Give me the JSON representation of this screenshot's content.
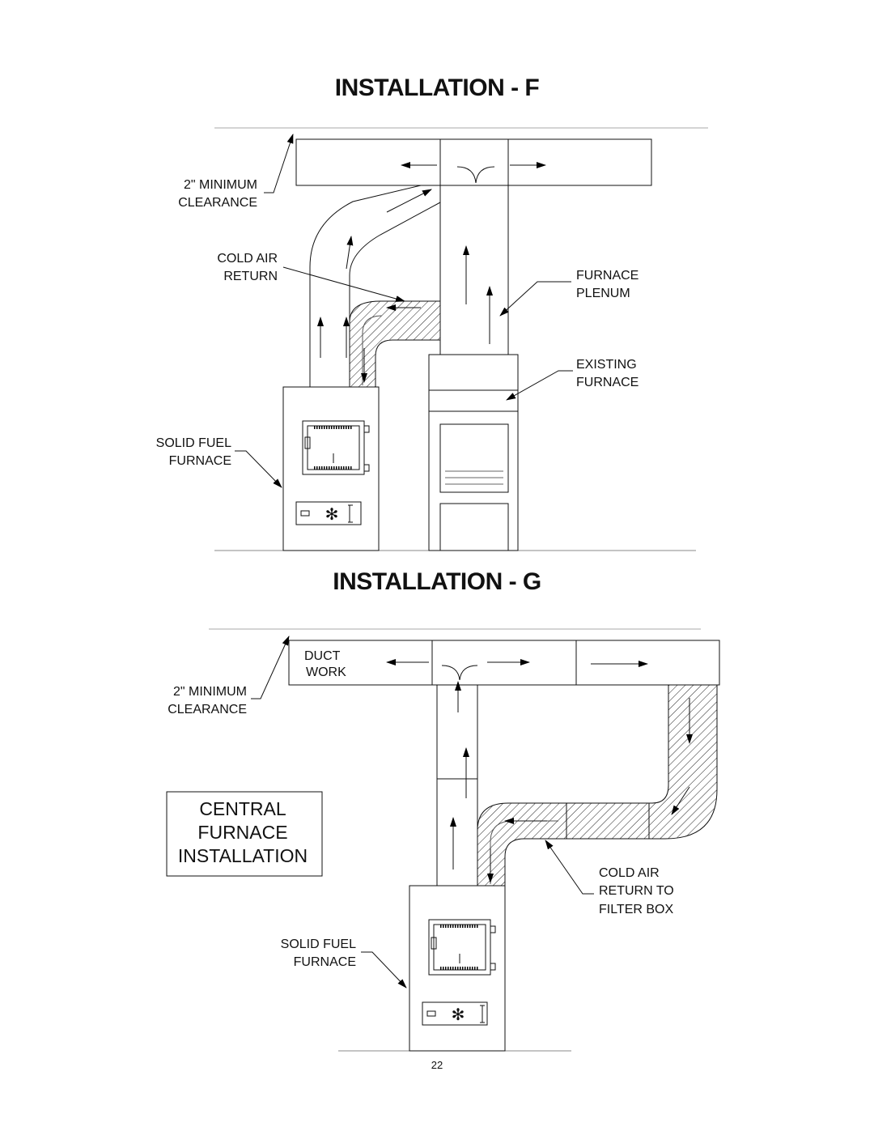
{
  "installation_f": {
    "title": "INSTALLATION - F",
    "label_clearance_1": "2\" MINIMUM",
    "label_clearance_2": "CLEARANCE",
    "label_cold_air_1": "COLD AIR",
    "label_cold_air_2": "RETURN",
    "label_plenum_1": "FURNACE",
    "label_plenum_2": "PLENUM",
    "label_existing_1": "EXISTING",
    "label_existing_2": "FURNACE",
    "label_solid_1": "SOLID FUEL",
    "label_solid_2": "FURNACE"
  },
  "installation_g": {
    "title": "INSTALLATION - G",
    "label_duct_1": "DUCT",
    "label_duct_2": "WORK",
    "label_clearance_1": "2\" MINIMUM",
    "label_clearance_2": "CLEARANCE",
    "box_line_1": "CENTRAL",
    "box_line_2": "FURNACE",
    "box_line_3": "INSTALLATION",
    "label_cold_air_1": "COLD AIR",
    "label_cold_air_2": "RETURN TO",
    "label_cold_air_3": "FILTER BOX",
    "label_solid_1": "SOLID FUEL",
    "label_solid_2": "FURNACE"
  },
  "page_number": "22"
}
